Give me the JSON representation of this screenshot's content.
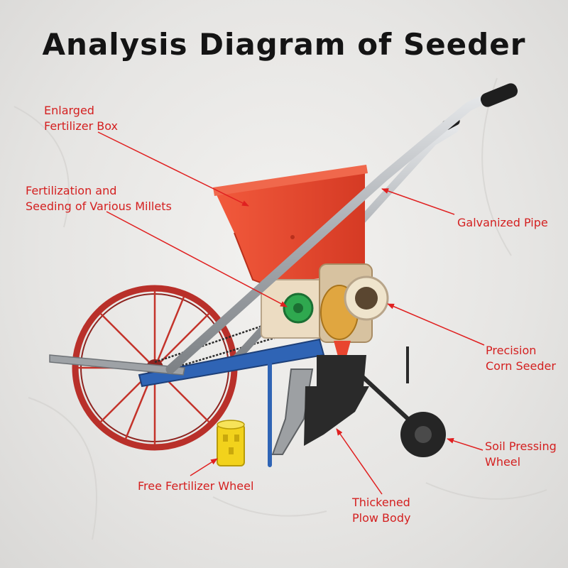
{
  "title": "Analysis Diagram of Seeder",
  "colors": {
    "label": "#d42020",
    "arrow": "#e02020",
    "hopper": "#e8452f",
    "frame": "#2f64b5",
    "wheel": "#c4332a",
    "pipe": "#b9bcc0",
    "seed_wheel": "#2fa84f",
    "fertilizer_wheel": "#f2d21c"
  },
  "labels": {
    "fertilizer_box": [
      "Enlarged",
      "Fertilizer Box"
    ],
    "millets": [
      "Fertilization and",
      "Seeding of Various Millets"
    ],
    "galvanized_pipe": [
      "Galvanized Pipe"
    ],
    "corn_seeder": [
      "Precision",
      "Corn Seeder"
    ],
    "soil_wheel": [
      "Soil Pressing",
      "Wheel"
    ],
    "free_wheel": [
      "Free Fertilizer Wheel"
    ],
    "plow_body": [
      "Thickened",
      "Plow Body"
    ]
  }
}
